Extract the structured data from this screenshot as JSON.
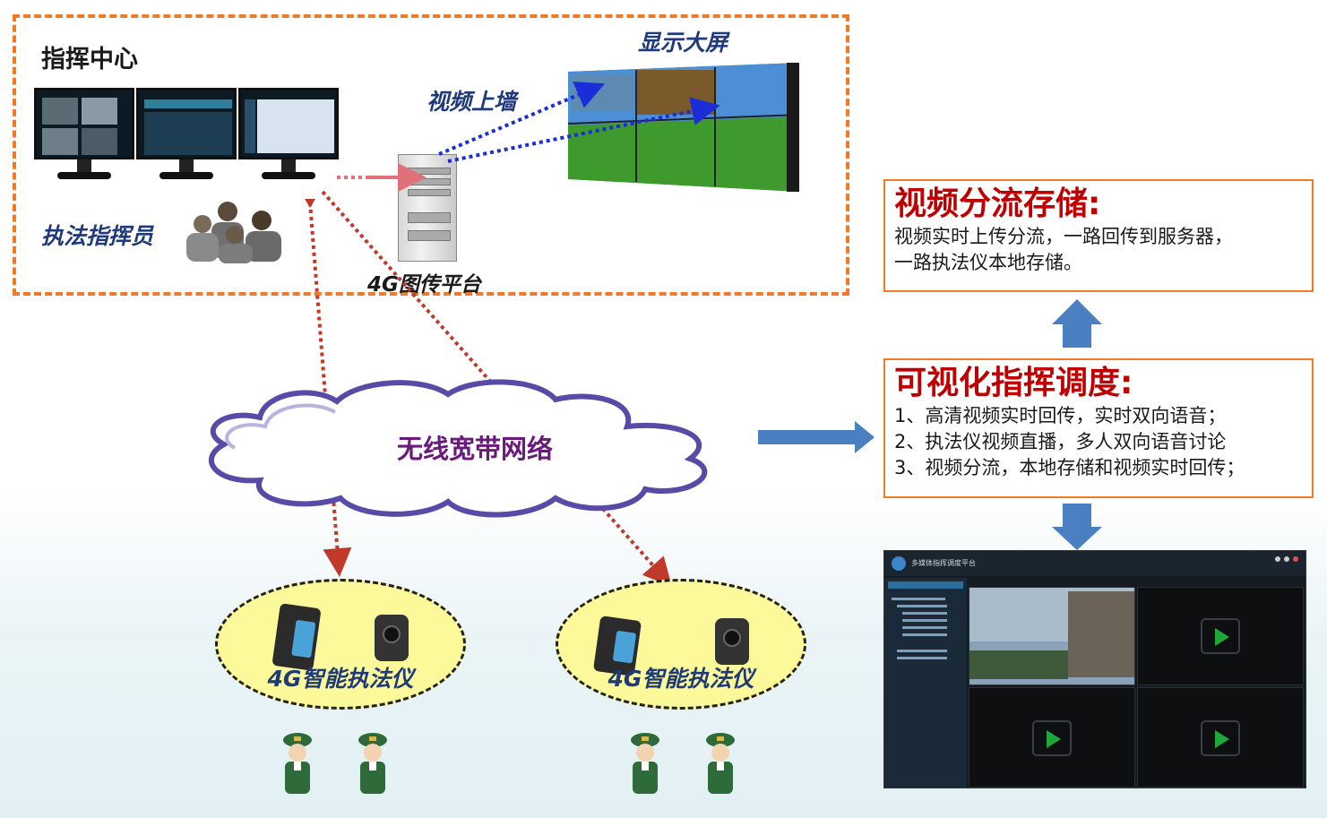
{
  "command_center": {
    "title": "指挥中心",
    "video_wall_label": "显示大屏",
    "video_to_wall_label": "视频上墙",
    "commander_label": "执法指挥员",
    "platform_label": "4G图传平台"
  },
  "network": {
    "label": "无线宽带网络"
  },
  "devices": {
    "group1_label": "4G智能执法仪",
    "group2_label": "4G智能执法仪"
  },
  "panels": {
    "storage": {
      "title": "视频分流存储:",
      "lines": [
        "视频实时上传分流，一路回传到服务器，",
        "一路执法仪本地存储。"
      ]
    },
    "dispatch": {
      "title": "可视化指挥调度:",
      "lines": [
        "1、高清视频实时回传，实时双向语音；",
        "2、执法仪视频直播，多人双向语音讨论",
        "3、视频分流，本地存储和视频实时回传；"
      ]
    }
  },
  "platform_screenshot": {
    "title": "多媒体指挥调度平台"
  },
  "colors": {
    "dashed_border": "#f07a28",
    "panel_title": "#c00000",
    "arrow_blue": "#4a7fc1",
    "link_red": "#c0392b",
    "link_blue": "#1a2ed8",
    "ellipse_fill": "#fbf99a",
    "cloud_text": "#6a1a7a"
  }
}
